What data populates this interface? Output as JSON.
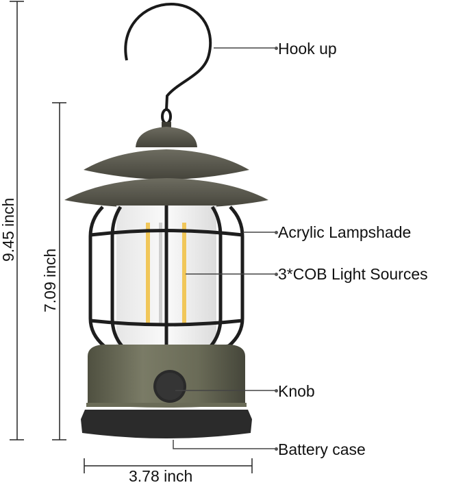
{
  "diagram": {
    "subject": "Vintage camping lantern",
    "colors": {
      "body": "#5f5f4c",
      "cap": "#56554b",
      "cage": "#1e1e1e",
      "cob_light": "#f1c75a",
      "base": "#2b2b2b",
      "leader_line": "#444444"
    },
    "dimensions": {
      "total_height": "9.45 inch",
      "body_height": "7.09 inch",
      "width": "3.78 inch"
    },
    "callouts": [
      {
        "label": "Hook up"
      },
      {
        "label": "Acrylic Lampshade"
      },
      {
        "label": "3*COB Light Sources"
      },
      {
        "label": "Knob"
      },
      {
        "label": "Battery case"
      }
    ]
  }
}
